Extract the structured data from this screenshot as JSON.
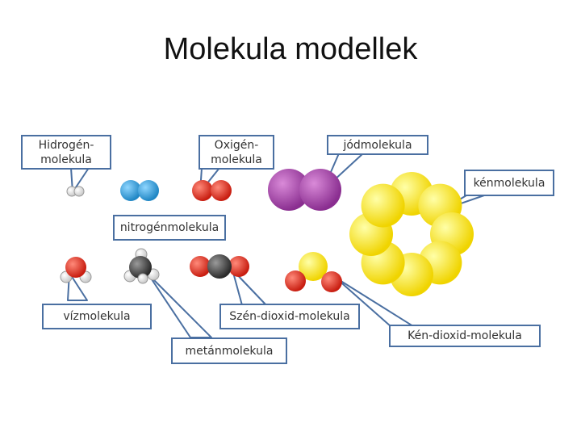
{
  "title": "Molekula modellek",
  "labels": {
    "hydrogen": "Hidrogén-\nmolekula",
    "oxygen": "Oxigén-\nmolekula",
    "iodine": "jódmolekula",
    "sulfur": "kénmolekula",
    "nitrogen": "nitrogénmolekula",
    "water": "vízmolekula",
    "co2": "Szén-dioxid-molekula",
    "methane": "metánmolekula",
    "so2": "Kén-dioxid-molekula"
  },
  "colors": {
    "callout_border": "#4a6fa1",
    "hydrogen_atom": "#f2f2f2",
    "nitrogen_atom": "#3fa9e0",
    "oxygen_atom": "#e8291c",
    "iodine_atom": "#a540a8",
    "sulfur_atom": "#ffee22",
    "carbon_atom": "#444444"
  }
}
